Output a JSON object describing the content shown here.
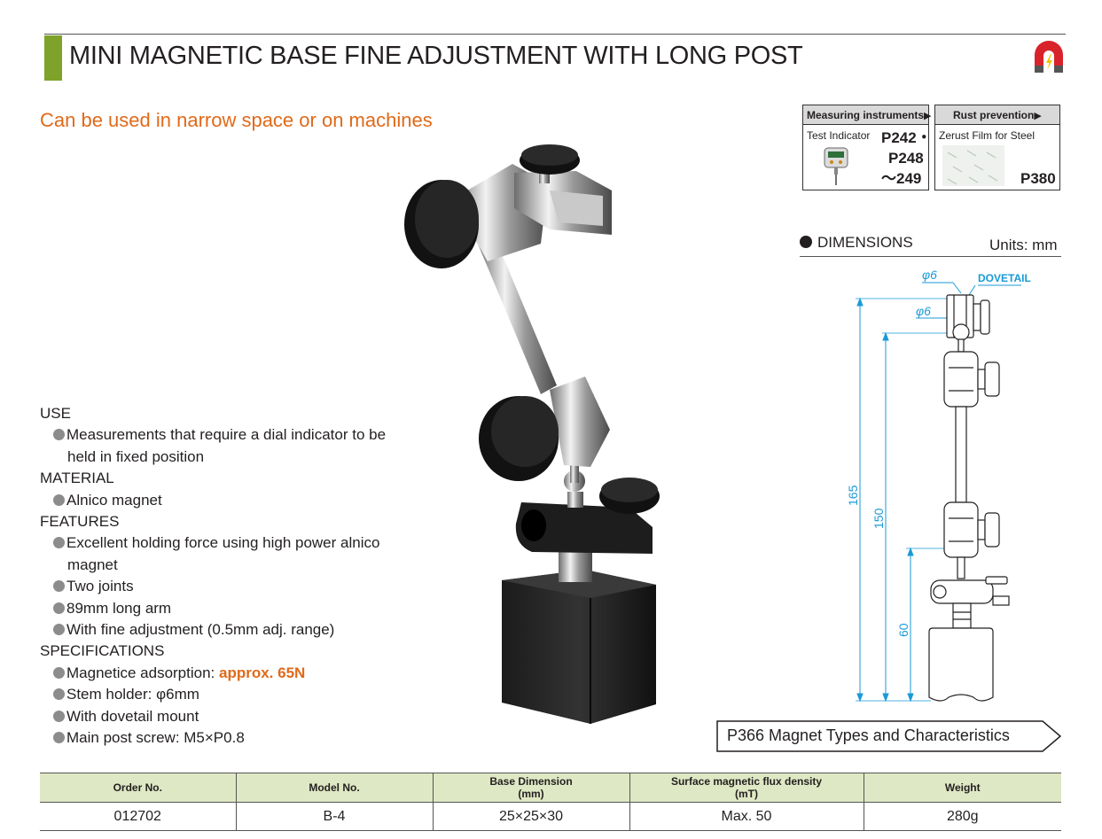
{
  "header": {
    "title": "MINI MAGNETIC BASE FINE ADJUSTMENT WITH LONG POST",
    "subtitle": "Can be used in narrow space or on machines"
  },
  "icons": {
    "magnet": "horseshoe-magnet-icon",
    "test_indicator": "digital-test-indicator-icon",
    "film": "rust-prevention-film-icon"
  },
  "colors": {
    "accent_green": "#7ea22a",
    "accent_orange": "#e06a1a",
    "table_header_bg": "#dfe8c4",
    "dimension_blue": "#1a9ad6"
  },
  "refs": {
    "measuring": {
      "header": "Measuring instruments",
      "label": "Test Indicator",
      "page_1": "P242・",
      "page_2": "P248",
      "page_3": "～249"
    },
    "rust": {
      "header": "Rust prevention",
      "label": "Zerust Film for Steel",
      "page": "P380"
    }
  },
  "dimensions": {
    "heading": "DIMENSIONS",
    "units": "Units: mm",
    "phi_top": "φ6",
    "dovetail": "DOVETAIL",
    "phi_mid": "φ6",
    "d165": "165",
    "d150": "150",
    "d60": "60"
  },
  "specs": {
    "use_title": "USE",
    "use_items": [
      "Measurements that require a dial indicator to be held in fixed position"
    ],
    "material_title": "MATERIAL",
    "material_items": [
      "Alnico magnet"
    ],
    "features_title": "FEATURES",
    "features_items": [
      "Excellent holding force using high power alnico magnet",
      "Two joints",
      "89mm long arm",
      "With fine adjustment (0.5mm adj. range)"
    ],
    "specifications_title": "SPECIFICATIONS",
    "adsorption_label": "Magnetice adsorption: ",
    "adsorption_value": "approx. 65N",
    "spec_items": [
      "Stem holder: φ6mm",
      "With dovetail mount",
      "Main post screw: M5×P0.8"
    ]
  },
  "link": {
    "text": "P366 Magnet Types and Characteristics"
  },
  "table": {
    "headers": [
      {
        "line1": "Order No.",
        "line2": ""
      },
      {
        "line1": "Model No.",
        "line2": ""
      },
      {
        "line1": "Base Dimension",
        "line2": "(mm)"
      },
      {
        "line1": "Surface magnetic flux density",
        "line2": "(mT)"
      },
      {
        "line1": "Weight",
        "line2": ""
      }
    ],
    "rows": [
      [
        "012702",
        "B-4",
        "25×25×30",
        "Max. 50",
        "280g"
      ]
    ]
  }
}
